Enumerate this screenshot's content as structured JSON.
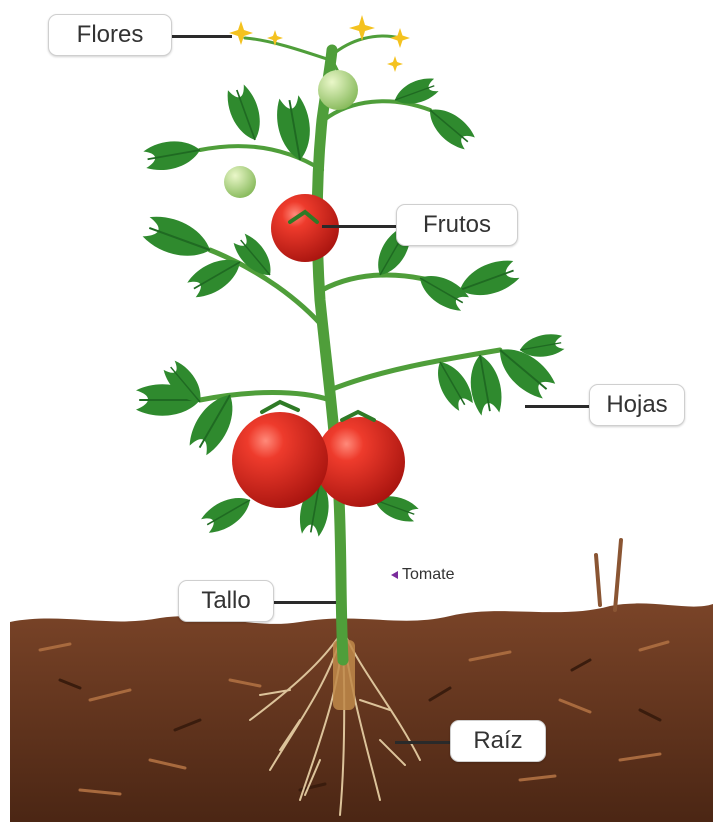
{
  "labels": {
    "flores": "Flores",
    "frutos": "Frutos",
    "hojas": "Hojas",
    "tallo": "Tallo",
    "raiz": "Raíz"
  },
  "caption": "Tomate",
  "colors": {
    "soil": "#6b3a22",
    "leaf": "#2f8a2e",
    "stem": "#4f9e3a",
    "tomato_ripe": "#d8251e",
    "tomato_green": "#a9d27a",
    "flower": "#f4c21f",
    "root": "#d9b98a",
    "caption_marker": "#7a2c9c"
  }
}
